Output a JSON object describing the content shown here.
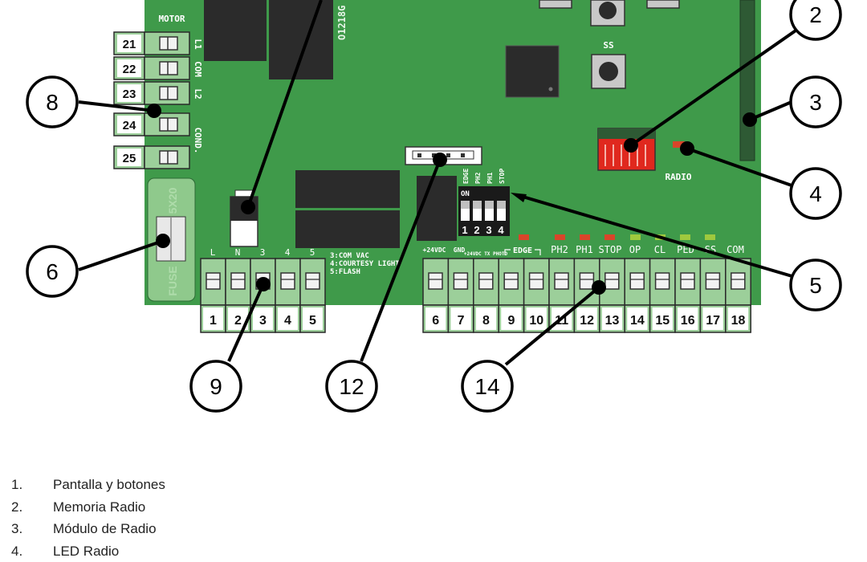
{
  "board": {
    "code": "O1218G",
    "colors": {
      "board": "#3f9a4a",
      "terminal": "#9ccf9a",
      "relay": "#2b2b2b",
      "memory": "#e0281e",
      "led_red": "#d9452a",
      "led_green": "#9fc93e",
      "callout": "#000000"
    },
    "motor": {
      "title": "MOTOR",
      "terminals": [
        "21",
        "22",
        "23",
        "24",
        "25"
      ],
      "labels": [
        "L1",
        "COM",
        "L2",
        "COND."
      ]
    },
    "fuse_label": "FUSE",
    "fuse_rating": "5X20",
    "button_ss_label": "SS",
    "radio_label": "RADIO",
    "power": {
      "labels": [
        "L",
        "N",
        "3",
        "4",
        "5"
      ],
      "terminals": [
        "1",
        "2",
        "3",
        "4",
        "5"
      ],
      "notes": [
        "3:COM VAC",
        "4:COURTESY LIGHT",
        "5:FLASH"
      ]
    },
    "dip": {
      "on_label": "ON",
      "numbers": [
        "1",
        "2",
        "3",
        "4"
      ],
      "labels": [
        "EDGE",
        "PH2",
        "PH1",
        "STOP"
      ]
    },
    "io": {
      "labels": [
        "+24VDC",
        "GND",
        "+24VDC TX PHOTO",
        "EDGE",
        "PH2",
        "PH1",
        "STOP",
        "OP",
        "CL",
        "PED",
        "SS",
        "COM"
      ],
      "terminals": [
        "6",
        "7",
        "8",
        "9",
        "10",
        "11",
        "12",
        "13",
        "14",
        "15",
        "16",
        "17",
        "18"
      ]
    },
    "callouts": [
      "2",
      "3",
      "4",
      "5",
      "6",
      "8",
      "9",
      "12",
      "14"
    ]
  },
  "legend": [
    {
      "num": "1.",
      "text": "Pantalla y botones"
    },
    {
      "num": "2.",
      "text": "Memoria Radio"
    },
    {
      "num": "3.",
      "text": "Módulo de Radio"
    },
    {
      "num": "4.",
      "text": "LED Radio"
    }
  ]
}
